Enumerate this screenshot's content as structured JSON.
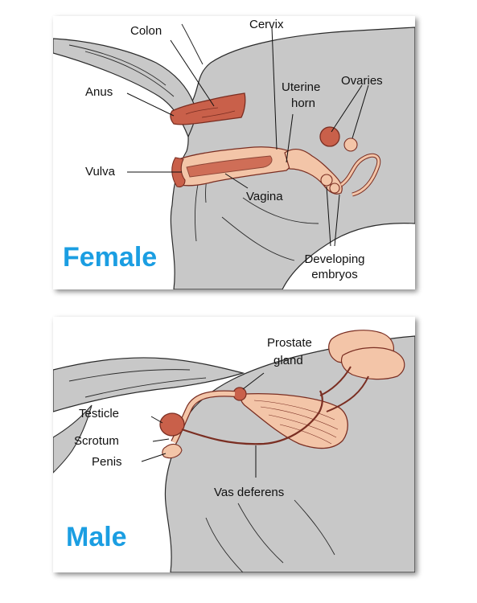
{
  "colors": {
    "body_fill": "#c8c8c8",
    "body_stroke": "#2a2a2a",
    "organ_light": "#f3c5a8",
    "organ_dark": "#c9604a",
    "organ_stroke": "#7a2e22",
    "title_color": "#1b9ee2"
  },
  "female": {
    "title": "Female",
    "labels": {
      "colon": "Colon",
      "cervix": "Cervix",
      "anus": "Anus",
      "uterine_horn_1": "Uterine",
      "uterine_horn_2": "horn",
      "ovaries": "Ovaries",
      "vulva": "Vulva",
      "vagina": "Vagina",
      "developing_embryos_1": "Developing",
      "developing_embryos_2": "embryos"
    }
  },
  "male": {
    "title": "Male",
    "labels": {
      "prostate_gland_1": "Prostate",
      "prostate_gland_2": "gland",
      "testicle": "Testicle",
      "scrotum": "Scrotum",
      "penis": "Penis",
      "vas_deferens": "Vas deferens"
    }
  }
}
